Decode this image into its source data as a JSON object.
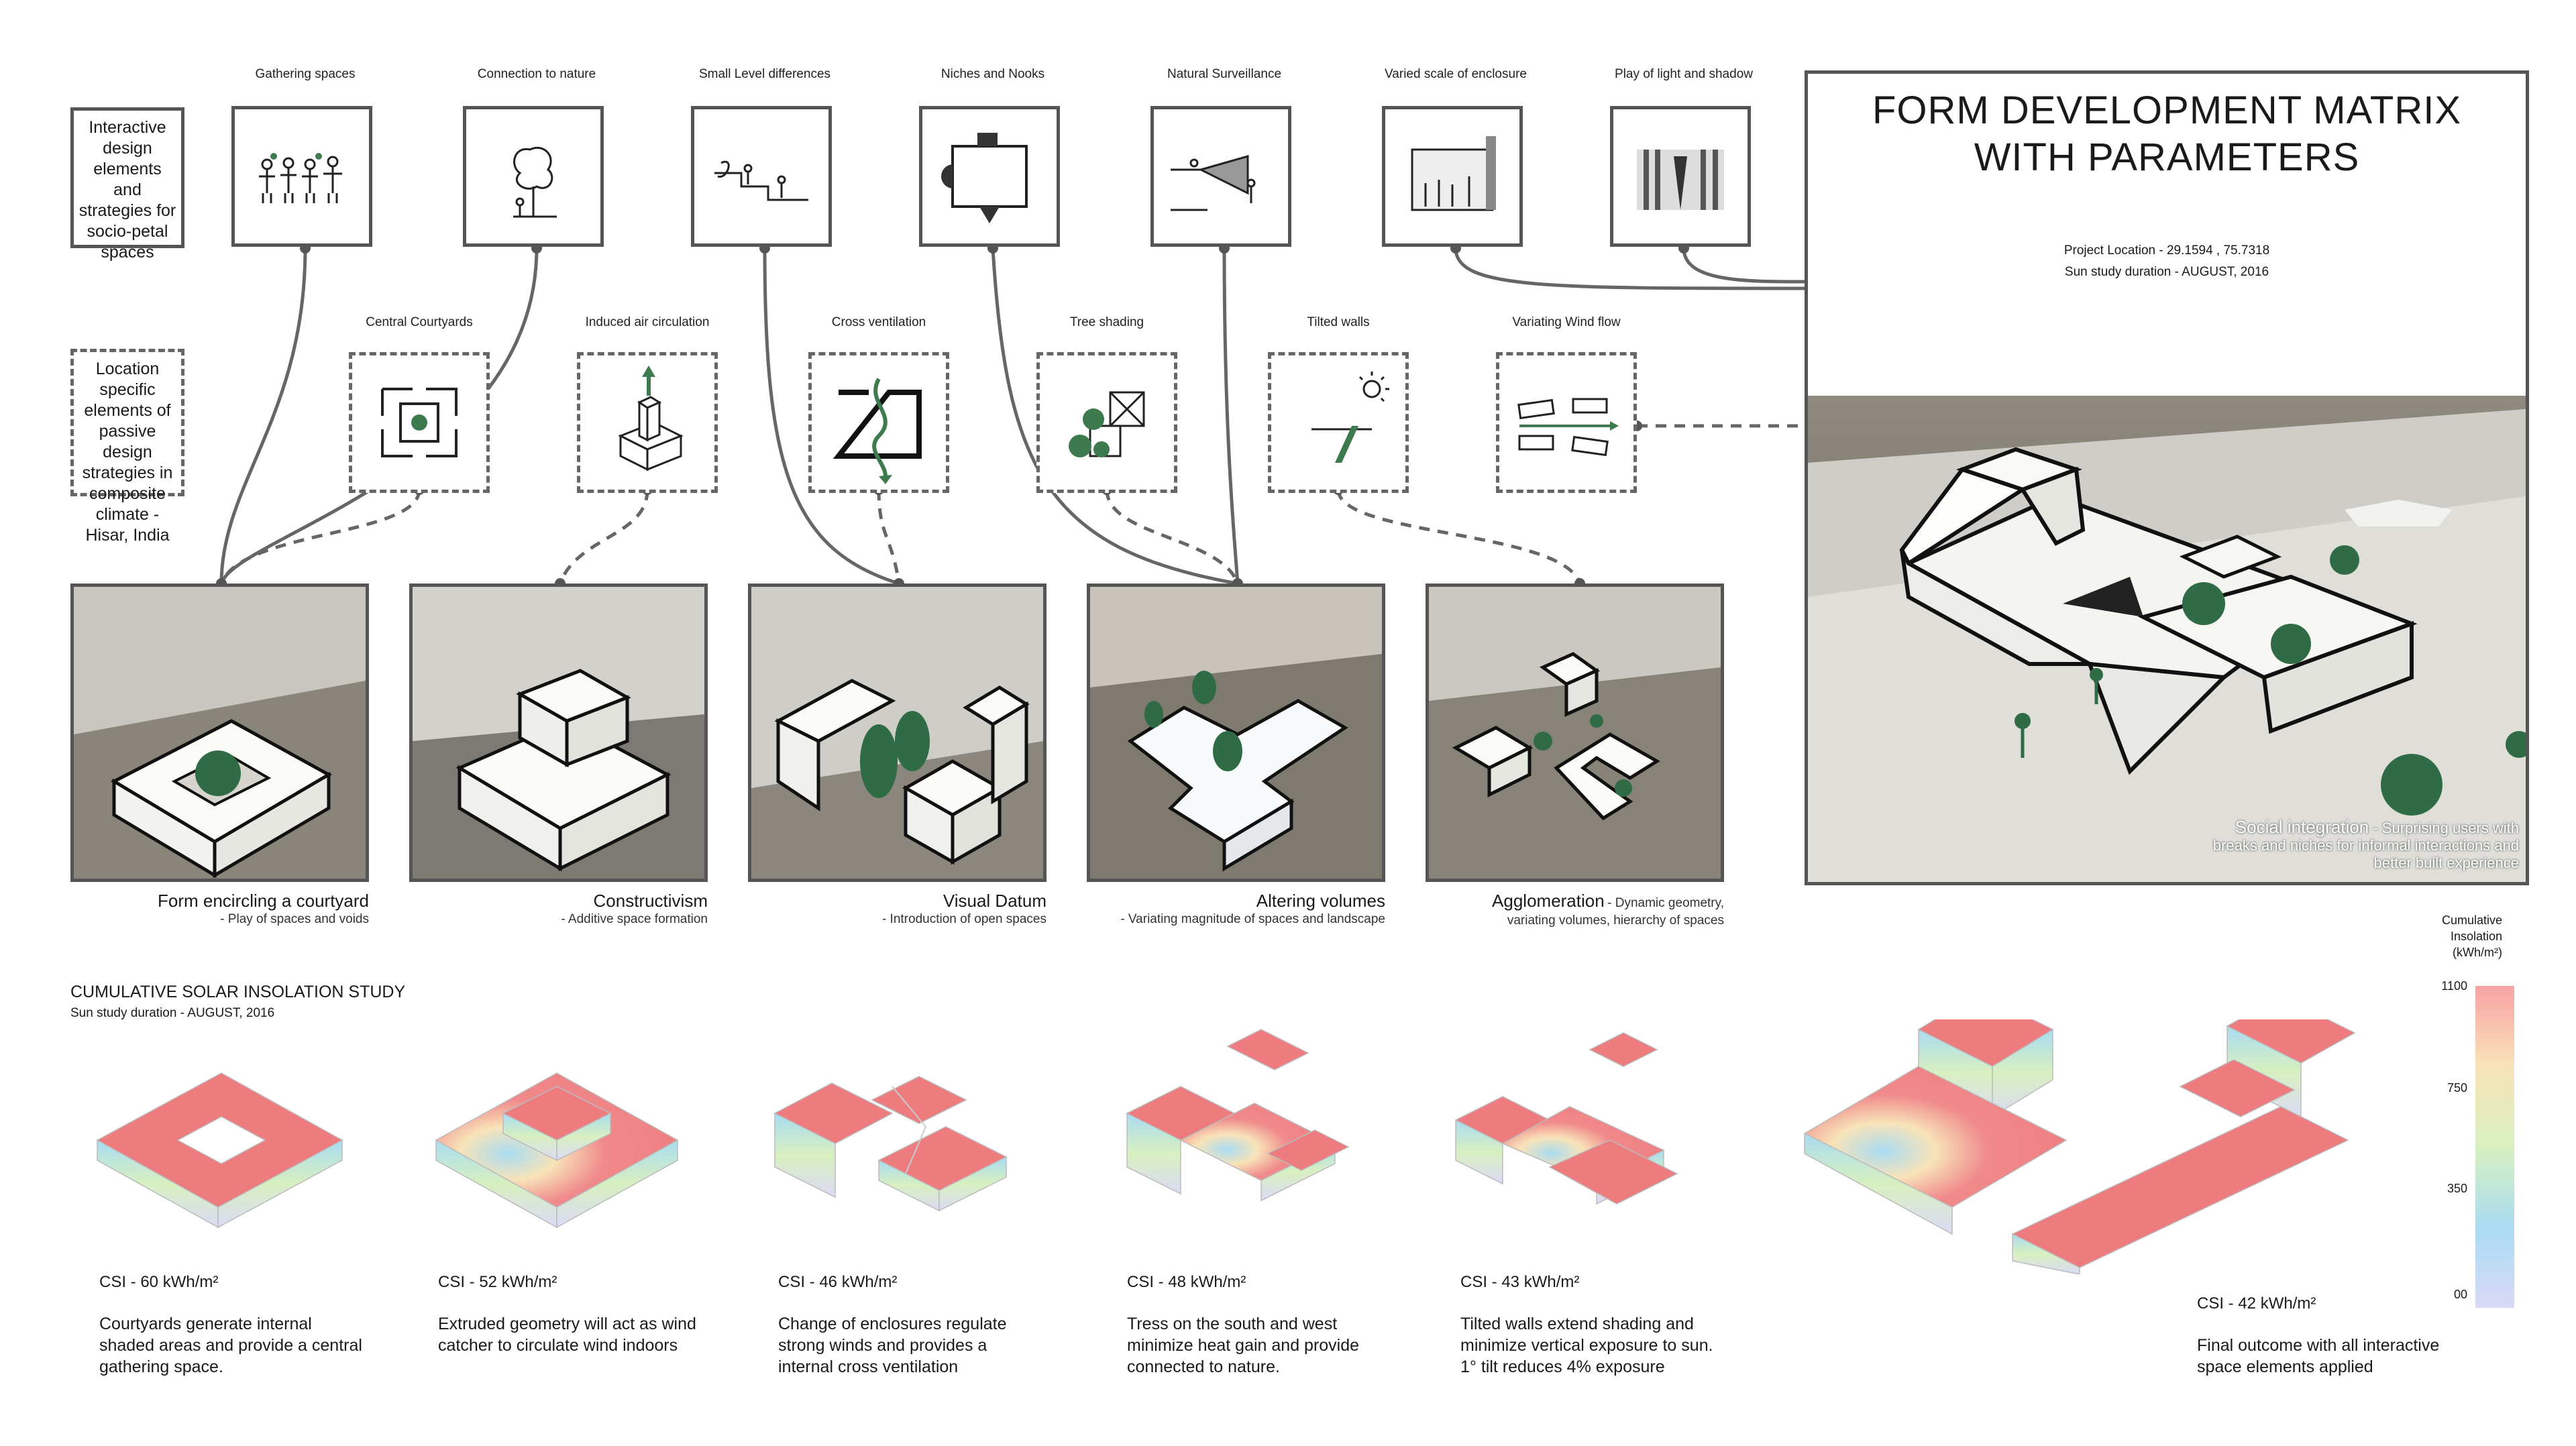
{
  "top_row": {
    "intro": "Interactive design elements and strategies for socio-petal spaces",
    "items": [
      {
        "label": "Gathering spaces"
      },
      {
        "label": "Connection to nature"
      },
      {
        "label": "Small Level differences"
      },
      {
        "label": "Niches and Nooks"
      },
      {
        "label": "Natural Surveillance"
      },
      {
        "label": "Varied scale of enclosure"
      },
      {
        "label": "Play of light and shadow"
      }
    ]
  },
  "mid_row": {
    "intro": "Location specific elements of passive design strategies in composite climate -Hisar, India",
    "items": [
      {
        "label": "Central Courtyards"
      },
      {
        "label": "Induced air circulation"
      },
      {
        "label": "Cross ventilation"
      },
      {
        "label": "Tree shading"
      },
      {
        "label": "Tilted walls"
      },
      {
        "label": "Variating Wind flow"
      }
    ]
  },
  "models": [
    {
      "title": "Form encircling a courtyard",
      "sub": "- Play of spaces and voids"
    },
    {
      "title": "Constructivism",
      "sub": "- Additive space formation"
    },
    {
      "title": "Visual Datum",
      "sub": "- Introduction of open spaces"
    },
    {
      "title": "Altering volumes",
      "sub": "- Variating magnitude of spaces and landscape"
    },
    {
      "title": "Agglomeration",
      "sub": "- Dynamic geometry,",
      "sub2": "variating volumes, hierarchy of spaces"
    }
  ],
  "header": {
    "title_line1": "FORM DEVELOPMENT MATRIX",
    "title_line2": "WITH PARAMETERS",
    "location": "Project Location - 29.1594 , 75.7318",
    "duration": "Sun study duration - AUGUST, 2016",
    "social_title": "Social integration",
    "social_line1": "- Surprising users with",
    "social_line2": "breaks and niches for informal interactions and",
    "social_line3": "better built experience"
  },
  "solar": {
    "title": "CUMULATIVE SOLAR INSOLATION STUDY",
    "subtitle": "Sun study duration - AUGUST, 2016",
    "studies": [
      {
        "csi": "CSI  - 60 kWh/m²",
        "desc": "Courtyards generate internal shaded areas and provide a central gathering space."
      },
      {
        "csi": "CSI  - 52 kWh/m²",
        "desc": "Extruded geometry will act as wind catcher to circulate wind indoors"
      },
      {
        "csi": "CSI  - 46 kWh/m²",
        "desc": "Change of enclosures regulate strong winds and provides a internal cross ventilation"
      },
      {
        "csi": "CSI  - 48 kWh/m²",
        "desc": "Tress on the south and west minimize heat gain and provide connected to nature."
      },
      {
        "csi": "CSI  - 43 kWh/m²",
        "desc": "Tilted walls extend shading and minimize  vertical exposure  to sun. 1° tilt reduces 4% exposure"
      }
    ],
    "final": {
      "csi": "CSI  - 42 kWh/m²",
      "desc": "Final outcome with all interactive space elements applied"
    }
  },
  "legend": {
    "title_line1": "Cumulative",
    "title_line2": "Insolation",
    "title_line3": "(kWh/m²)",
    "ticks": [
      "1100",
      "750",
      "350",
      "00"
    ],
    "colors": [
      "#f7a3a5",
      "#f8e3b8",
      "#d8f0c0",
      "#a9dcf2",
      "#d9d9f7"
    ]
  }
}
